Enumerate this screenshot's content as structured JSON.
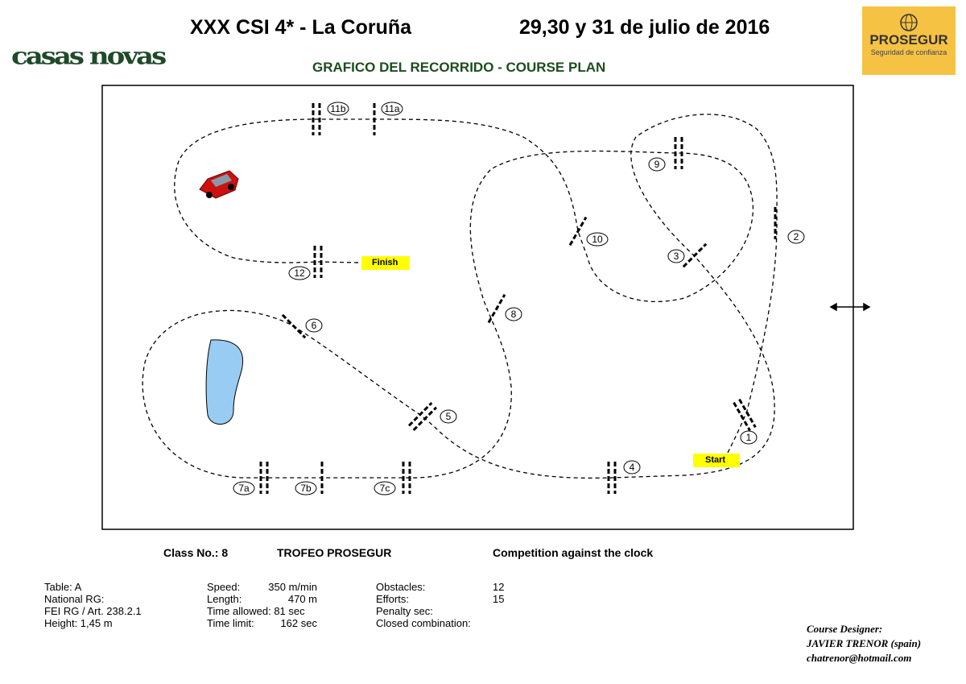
{
  "header": {
    "event": "XXX CSI 4* - La Coruña",
    "dates": "29,30 y 31 de julio de 2016",
    "subtitle": "GRAFICO DEL RECORRIDO - COURSE PLAN",
    "sponsor_logo": "casas novas",
    "partner_logo": "PROSEGUR",
    "partner_tagline": "Seguridad de confianza"
  },
  "course": {
    "start": "Start",
    "finish": "Finish",
    "obstacles": [
      "1",
      "2",
      "3",
      "4",
      "5",
      "6",
      "7a",
      "7b",
      "7c",
      "8",
      "9",
      "10",
      "11a",
      "11b",
      "12"
    ]
  },
  "class_info": {
    "class_no": "Class No.: 8",
    "trophy": "TROFEO PROSEGUR",
    "competition": "Competition against the clock"
  },
  "details": {
    "col1": [
      "Table: A",
      "National RG:",
      "FEI RG / Art. 238.2.1",
      "Height: 1,45 m"
    ],
    "col2_labels": [
      "Speed:",
      "Length:",
      "Time allowed: 81 sec",
      "Time limit:"
    ],
    "col2_values": [
      "350 m/min",
      "470 m",
      "",
      "162 sec"
    ],
    "col3_labels": [
      "Obstacles:",
      "Efforts:",
      "Penalty sec:",
      "Closed combination:"
    ],
    "col3_values": [
      "12",
      "15",
      "",
      ""
    ]
  },
  "designer": {
    "label": "Course Designer:",
    "name": "JAVIER TRENOR (spain)",
    "email": "chatrenor@hotmail.com"
  }
}
